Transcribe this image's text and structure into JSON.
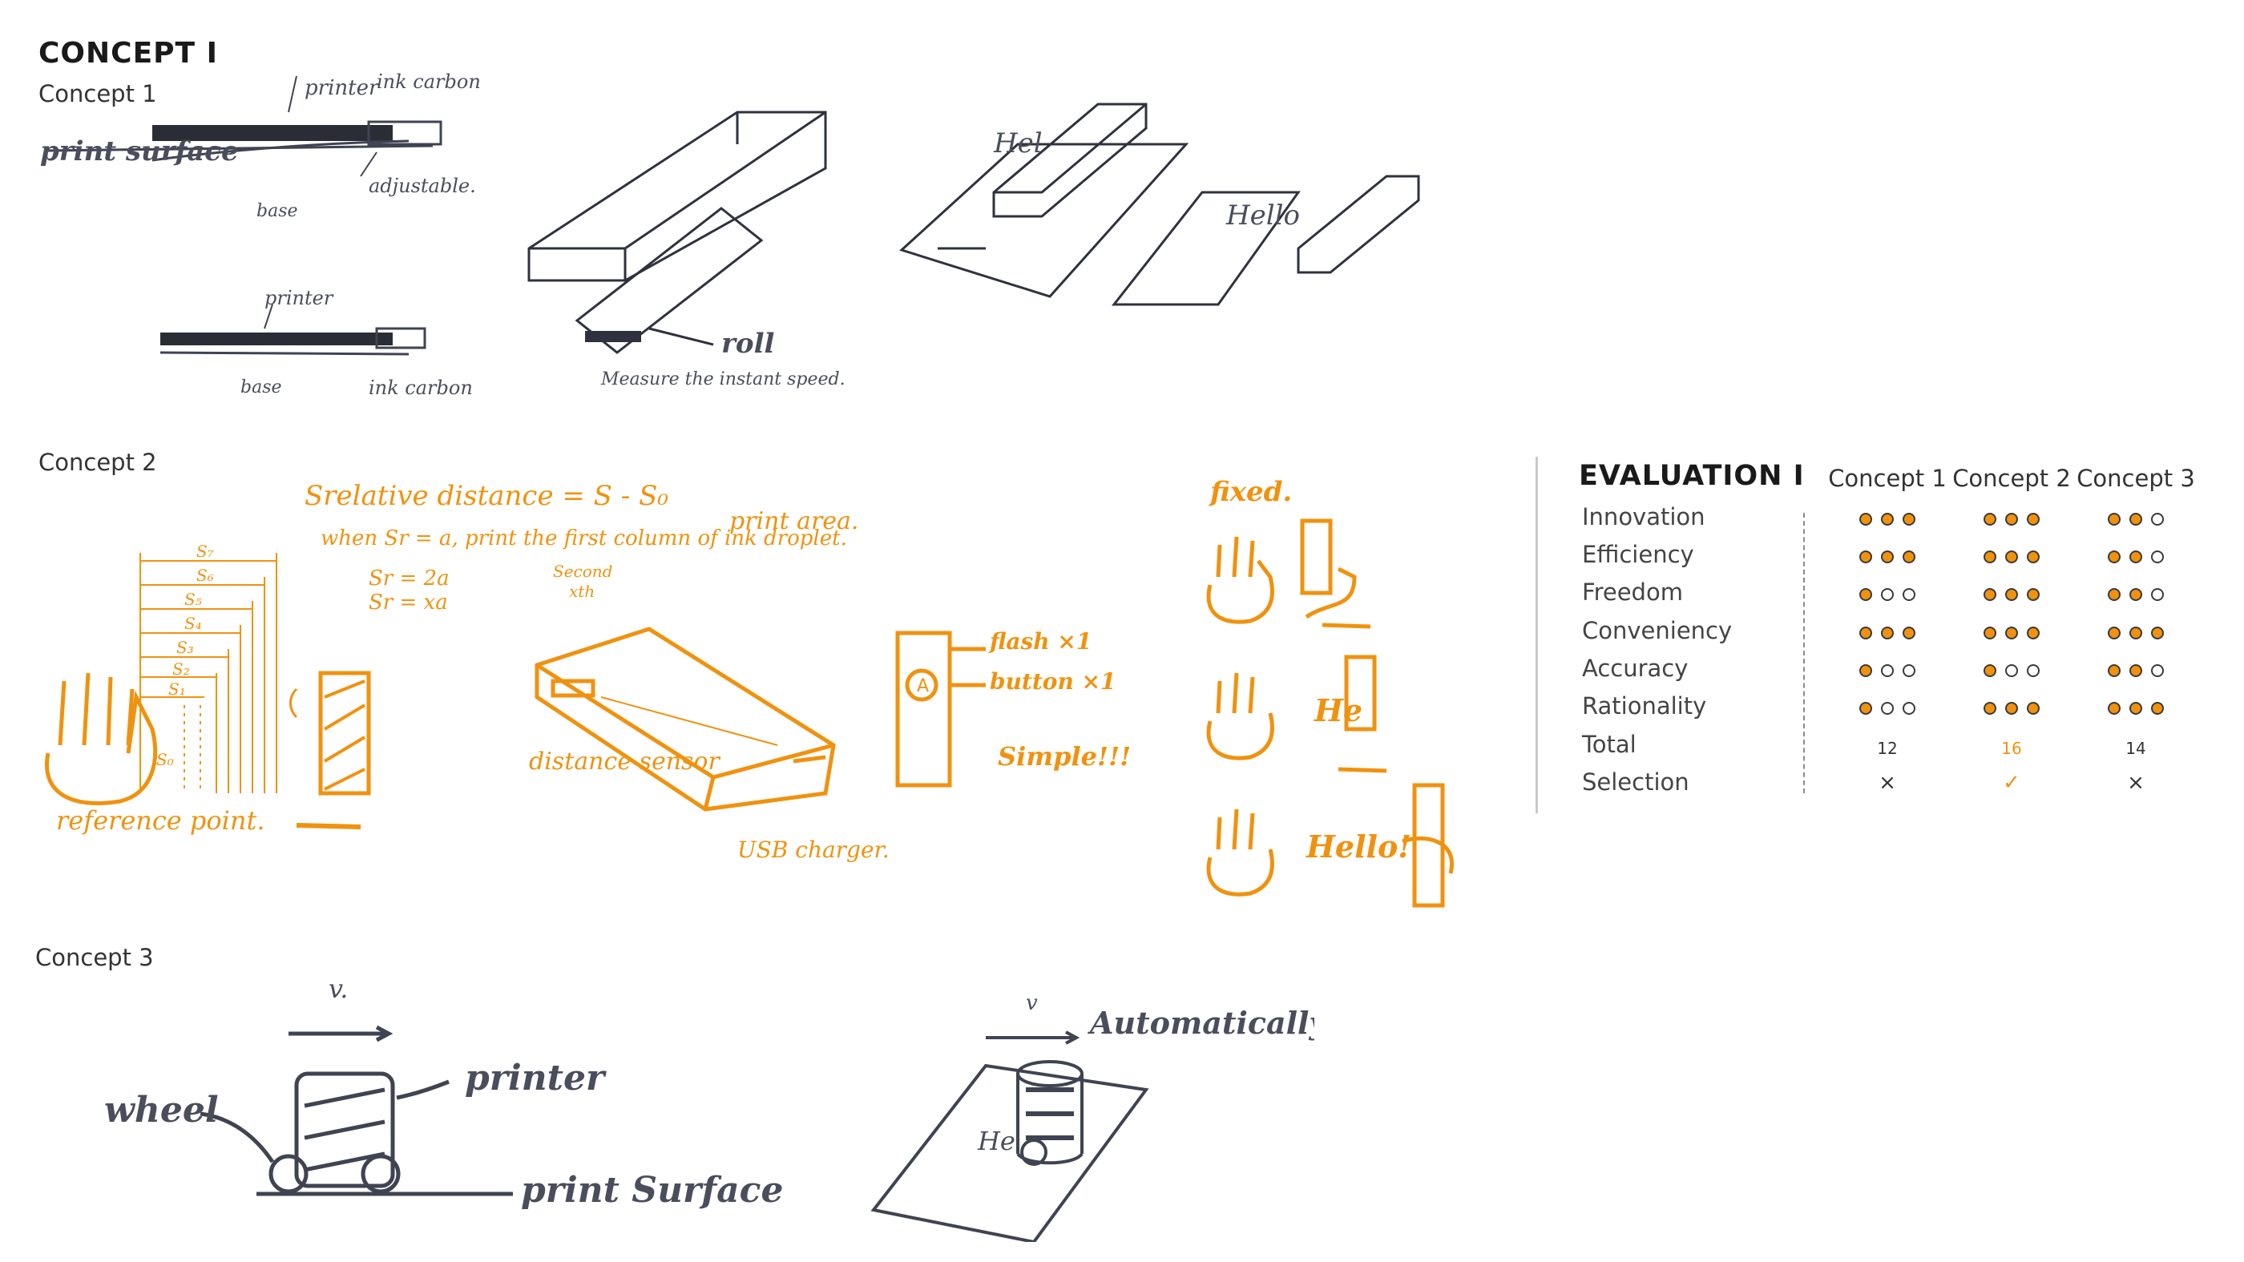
{
  "page_title": "CONCEPT Ⅰ",
  "concepts": [
    {
      "label": "Concept 1",
      "annotations": [
        "printer",
        "ink carbon",
        "print surface",
        "base",
        "adjustable.",
        "printer",
        "base",
        "ink carbon",
        "roll",
        "Measure the instant speed.",
        "Hel",
        "Hello"
      ]
    },
    {
      "label": "Concept 2",
      "annotations": [
        "Srelative distance = S - S₀",
        "when Sr = a, print the first column of ink droplet.",
        "Sr = 2a",
        "Sr = xa",
        "Second",
        "xth",
        "S₇",
        "S₆",
        "S₅",
        "S₄",
        "S₃",
        "S₂",
        "S₁",
        "S₀",
        "reference point.",
        "print area.",
        "distance sensor",
        "USB charger.",
        "flash ×1",
        "button ×1",
        "A",
        "Simple!!!",
        "fixed.",
        "He",
        "Hello!"
      ]
    },
    {
      "label": "Concept 3",
      "annotations": [
        "v.",
        "printer",
        "wheel",
        "print Surface",
        "v",
        "Automatically",
        "He"
      ]
    }
  ],
  "evaluation": {
    "title": "EVALUATION Ⅰ",
    "columns": [
      "Concept 1",
      "Concept 2",
      "Concept 3"
    ],
    "criteria": [
      {
        "name": "Innovation",
        "scores": [
          3,
          3,
          2
        ]
      },
      {
        "name": "Efficiency",
        "scores": [
          3,
          3,
          2
        ]
      },
      {
        "name": "Freedom",
        "scores": [
          1,
          3,
          2
        ]
      },
      {
        "name": "Conveniency",
        "scores": [
          3,
          3,
          3
        ]
      },
      {
        "name": "Accuracy",
        "scores": [
          1,
          1,
          2
        ]
      },
      {
        "name": "Rationality",
        "scores": [
          1,
          3,
          3
        ]
      }
    ],
    "max_score": 3,
    "total_label": "Total",
    "totals": [
      "12",
      "16",
      "14"
    ],
    "selection_label": "Selection",
    "selection": [
      "×",
      "✓",
      "×"
    ],
    "colors": {
      "filled": "#f0920f",
      "highlight": "#f0920f",
      "outline": "#3a3a3a"
    }
  }
}
